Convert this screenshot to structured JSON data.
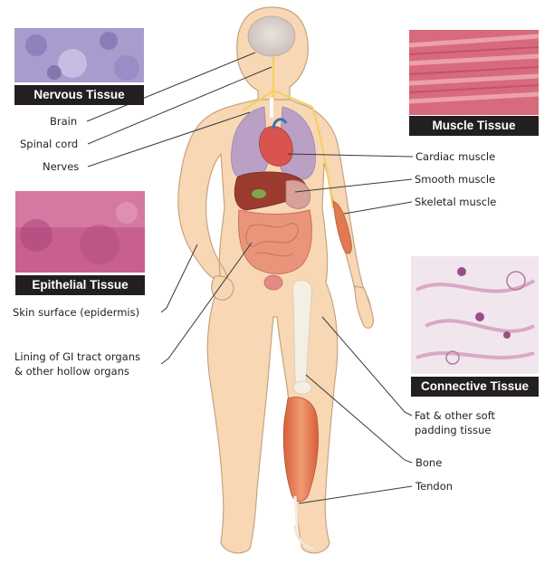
{
  "panels": {
    "nervous": {
      "title": "Nervous Tissue"
    },
    "muscle": {
      "title": "Muscle Tissue"
    },
    "epithelial": {
      "title": "Epithelial Tissue"
    },
    "connective": {
      "title": "Connective Tissue"
    }
  },
  "labels": {
    "brain": "Brain",
    "spinal_cord": "Spinal cord",
    "nerves": "Nerves",
    "cardiac_muscle": "Cardiac muscle",
    "smooth_muscle": "Smooth muscle",
    "skeletal_muscle": "Skeletal muscle",
    "skin_surface": "Skin surface (epidermis)",
    "gi_lining_line1": "Lining of GI tract organs",
    "gi_lining_line2": "& other hollow organs",
    "fat_line1": "Fat & other soft",
    "fat_line2": "padding tissue",
    "bone": "Bone",
    "tendon": "Tendon"
  },
  "colors": {
    "skin": "#f7d7b4",
    "skin_outline": "#c9a27f",
    "panel_title_bg": "#231f20",
    "lung": "#b9a0c4",
    "heart": "#d9534f",
    "liver": "#9b3b2e",
    "intestine": "#e8957c",
    "muscle": "#e07a50",
    "bone": "#f3efe4",
    "nerve": "#f2d15a"
  }
}
